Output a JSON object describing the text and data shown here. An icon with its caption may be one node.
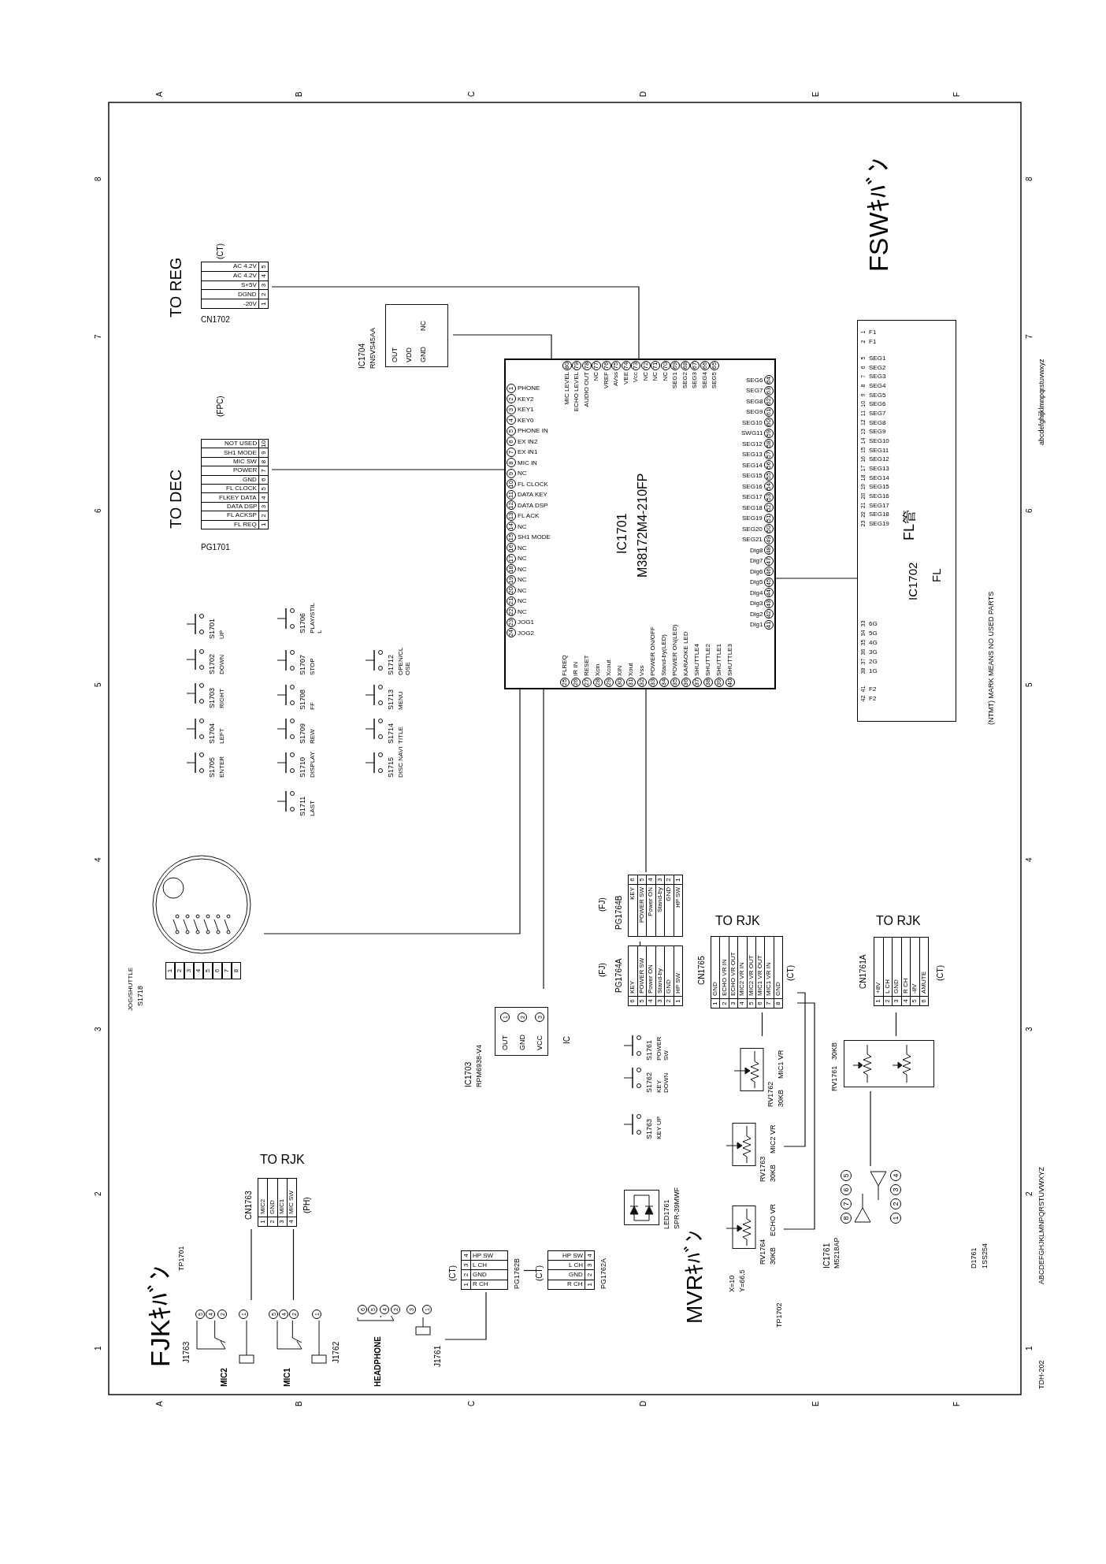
{
  "diagram": {
    "nodes": [
      {
        "text": [
          "TO REG",
          "(CT)",
          "5",
          "AC 4.2V",
          "4",
          "AC 4.2V",
          "3",
          "S+5V",
          "2",
          "DGND",
          "1",
          "-20V",
          "CN1702"
        ]
      },
      {
        "text": [
          "TO DEC",
          "(FPC)",
          "10",
          "NOT USED",
          "9",
          "SH1 MODE",
          "8",
          "MIC SW",
          "7",
          "POWER",
          "6",
          "GND",
          "5",
          "FL CLOCK",
          "4",
          "FLKEY DATA",
          "3",
          "DATA DSP",
          "2",
          "FL ACKSP",
          "1",
          "FL REQ",
          "PG1701"
        ]
      },
      {
        "text": [
          "IC1701",
          "M38172M4-210FP",
          "1",
          "PHONE",
          "2",
          "KEY2",
          "3",
          "KEY1",
          "4",
          "KEY0",
          "5",
          "PHONE IN",
          "6",
          "EX IN2",
          "7",
          "EX IN1",
          "8",
          "MIC IN",
          "9",
          "NC",
          "10",
          "FL CLOCK",
          "11",
          "DATA KEY",
          "12",
          "DATA DSP",
          "13",
          "FL ACK",
          "14",
          "NC",
          "15",
          "SH1 MODE",
          "16",
          "NC",
          "17",
          "NC",
          "18",
          "NC",
          "19",
          "NC",
          "20",
          "NC",
          "21",
          "NC",
          "22",
          "NC",
          "23",
          "JOG1",
          "24",
          "JOG2",
          "25",
          "FLREQ",
          "26",
          "IR IN",
          "27",
          "RESET",
          "28",
          "Xcin",
          "29",
          "Xcout",
          "30",
          "XIN",
          "31",
          "Xout",
          "32",
          "Vss",
          "33",
          "POWER ON/OFF",
          "34",
          "Stand-by(LED)",
          "35",
          "POWER ON(LED)",
          "36",
          "KARAOKE LED",
          "37",
          "SHUTTLE4",
          "38",
          "SHUTTLE2",
          "39",
          "SHUTTLE1",
          "40",
          "SHUTTLE3",
          "41",
          "Dig1",
          "42",
          "Dig2",
          "43",
          "Dig3",
          "44",
          "Dig4",
          "45",
          "Dig5",
          "46",
          "Dig6",
          "47",
          "Dig7",
          "48",
          "Dig8",
          "49",
          "SEG21",
          "50",
          "SEG20",
          "51",
          "SEG19",
          "52",
          "SEG18",
          "53",
          "SEG17",
          "54",
          "SEG16",
          "55",
          "SEG15",
          "56",
          "SEG14",
          "57",
          "SEG13",
          "58",
          "SEG12",
          "59",
          "SWG11",
          "60",
          "SEG10",
          "61",
          "SEG9",
          "62",
          "SEG8",
          "63",
          "SEG7",
          "64",
          "SEG6",
          "65",
          "SEG5",
          "66",
          "SEG4",
          "67",
          "SEG3",
          "68",
          "SEG2",
          "69",
          "SEG1",
          "70",
          "NC",
          "71",
          "NC",
          "72",
          "NC",
          "73",
          "Vcc",
          "74",
          "VEE",
          "75",
          "AVss",
          "76",
          "VREF",
          "77",
          "NC",
          "78",
          "AUDIO OUT",
          "79",
          "ECHO LEVEL",
          "80",
          "MIC LEVEL"
        ]
      },
      {
        "text": [
          "IC1702",
          "FL管",
          "FL",
          "1",
          "F1",
          "2",
          "F1",
          "5",
          "SEG1",
          "6",
          "SEG2",
          "7",
          "SEG3",
          "8",
          "SEG4",
          "9",
          "SEG5",
          "10",
          "SEG6",
          "11",
          "SEG7",
          "12",
          "SEG8",
          "13",
          "SEG9",
          "14",
          "SEG10",
          "15",
          "SEG11",
          "16",
          "SEG12",
          "17",
          "SEG13",
          "18",
          "SEG14",
          "19",
          "SEG15",
          "20",
          "SEG16",
          "21",
          "SEG17",
          "22",
          "SEG18",
          "23",
          "SEG19",
          "33",
          "6G",
          "34",
          "5G",
          "35",
          "4G",
          "36",
          "3G",
          "37",
          "2G",
          "38",
          "1G",
          "41",
          "F2",
          "42",
          "F2"
        ]
      },
      {
        "text": [
          "IC1703",
          "RPM6938-V4",
          "OUT",
          "1",
          "GND",
          "2",
          "VCC",
          "3",
          "IC"
        ]
      },
      {
        "text": [
          "IC1704",
          "RN5VS45AA",
          "OUT",
          "VDD",
          "GND",
          "NC"
        ]
      },
      {
        "text": [
          "JOG/SHUTTLE",
          "S1718",
          "1",
          "2",
          "3",
          "4",
          "5",
          "6",
          "7",
          "8"
        ]
      },
      {
        "text": [
          "(FJ)",
          "PG1764B",
          "6",
          "KEY",
          "5",
          "POWER SW",
          "4",
          "Power ON",
          "3",
          "Stand-by",
          "2",
          "GND",
          "1",
          "HP SW"
        ]
      },
      {
        "text": [
          "(FJ)",
          "PG1764A",
          "6",
          "KEY",
          "5",
          "POWER SW",
          "4",
          "Power ON",
          "3",
          "Stand-by",
          "2",
          "GND",
          "1",
          "HP SW"
        ]
      },
      {
        "text": [
          "TO RJK",
          "CN1765",
          "1",
          "GND",
          "2",
          "ECHO VR IN",
          "3",
          "ECHO VR OUT",
          "4",
          "MIC2 VR IN",
          "5",
          "MIC2 VR OUT",
          "6",
          "MIC1 VR OUT",
          "7",
          "MIC1 VR IN",
          "8",
          "GND",
          "(CT)"
        ]
      },
      {
        "text": [
          "TO RJK",
          "CN1761A",
          "1",
          "+8V",
          "2",
          "L CH",
          "3",
          "GND",
          "4",
          "R CH",
          "5",
          "-8V",
          "6",
          "AMUTE",
          "(CT)"
        ]
      },
      {
        "text": [
          "IC1761",
          "M5218AP",
          "1",
          "2",
          "3",
          "4",
          "5",
          "6",
          "7",
          "8"
        ]
      },
      {
        "text": [
          "TO RJK",
          "CN1763",
          "1",
          "MIC2",
          "2",
          "GND",
          "3",
          "MIC1",
          "4",
          "MIC SW",
          "(PH)"
        ]
      },
      {
        "text": [
          "(CT)",
          "4",
          "HP SW",
          "3",
          "L CH",
          "2",
          "GND",
          "1",
          "R CH",
          "PG1762A"
        ]
      },
      {
        "text": [
          "(CT)",
          "4",
          "HP SW",
          "3",
          "L CH",
          "2",
          "GND",
          "1",
          "R CH",
          "PG1762B"
        ]
      },
      {
        "text": [
          "J1763",
          "MIC2",
          "5",
          "4",
          "2",
          "1"
        ]
      },
      {
        "text": [
          "J1762",
          "MIC1",
          "5",
          "4",
          "2",
          "1"
        ]
      },
      {
        "text": [
          "J1761",
          "HEADPHONE",
          "6",
          "5",
          "4",
          "2",
          "3",
          "1"
        ]
      },
      {
        "text": [
          "RV1761",
          "30KB"
        ]
      },
      {
        "text": [
          "RV1762",
          "30KB",
          "MIC1 VR"
        ]
      },
      {
        "text": [
          "RV1763",
          "30KB",
          "MIC2 VR"
        ]
      },
      {
        "text": [
          "RV1764",
          "30KB",
          "ECHO VR"
        ]
      },
      {
        "text": [
          "LED1761",
          "SPR-39MWF"
        ]
      },
      {
        "text": [
          "S1701",
          "UP"
        ]
      },
      {
        "text": [
          "S1702",
          "DOWN"
        ]
      },
      {
        "text": [
          "S1703",
          "RIGHT"
        ]
      },
      {
        "text": [
          "S1704",
          "LEFT"
        ]
      },
      {
        "text": [
          "S1705",
          "ENTER"
        ]
      },
      {
        "text": [
          "S1706",
          "PLAY/STILL"
        ]
      },
      {
        "text": [
          "S1707",
          "STOP"
        ]
      },
      {
        "text": [
          "S1708",
          "FF"
        ]
      },
      {
        "text": [
          "S1709",
          "REW"
        ]
      },
      {
        "text": [
          "S1710",
          "DISPLAY"
        ]
      },
      {
        "text": [
          "S1711",
          "LAST"
        ]
      },
      {
        "text": [
          "S1712",
          "OPEN/CLOSE"
        ]
      },
      {
        "text": [
          "S1713",
          "MENU"
        ]
      },
      {
        "text": [
          "S1714",
          "TITLE"
        ]
      },
      {
        "text": [
          "S1715",
          "DISC NAVI"
        ]
      },
      {
        "text": [
          "S1761",
          "POWER SW"
        ]
      },
      {
        "text": [
          "S1762",
          "KEY DOWN"
        ]
      },
      {
        "text": [
          "S1763",
          "KEY UP"
        ]
      }
    ],
    "edges": [
      {
        "from": 0,
        "to": 2,
        "arrow": "none"
      },
      {
        "from": 1,
        "to": 2,
        "arrow": "none"
      },
      {
        "from": 2,
        "to": 3,
        "arrow": "none"
      },
      {
        "from": 4,
        "to": 2,
        "arrow": "none"
      },
      {
        "from": 5,
        "to": 2,
        "arrow": "none"
      },
      {
        "from": 6,
        "to": 2,
        "arrow": "none"
      },
      {
        "from": 8,
        "to": 7,
        "arrow": "none"
      },
      {
        "from": 7,
        "to": 2,
        "arrow": "none"
      },
      {
        "from": 9,
        "to": 19,
        "arrow": "none"
      },
      {
        "from": 9,
        "to": 20,
        "arrow": "none"
      },
      {
        "from": 9,
        "to": 21,
        "arrow": "none"
      },
      {
        "from": 10,
        "to": 18,
        "arrow": "none"
      },
      {
        "from": 18,
        "to": 11,
        "arrow": "none"
      },
      {
        "from": 13,
        "to": 14,
        "arrow": "none"
      },
      {
        "from": 14,
        "to": 17,
        "arrow": "none"
      },
      {
        "from": 12,
        "to": 15,
        "arrow": "none"
      },
      {
        "from": 12,
        "to": 16,
        "arrow": "none"
      }
    ],
    "labels": [
      "FSWｷﾊﾞﾝ",
      "FJKｷﾊﾞﾝ",
      "MVRｷﾊﾞﾝ",
      "(NTMT) MARK MEANS NO USED PARTS",
      "A",
      "B",
      "C",
      "D",
      "E",
      "F",
      "A",
      "B",
      "C",
      "D",
      "E",
      "F",
      "8",
      "7",
      "6",
      "5",
      "4",
      "3",
      "2",
      "1",
      "8",
      "7",
      "6",
      "5",
      "4",
      "3",
      "2",
      "1",
      "abcdefghijklmnpqrstuvwxyz",
      "ABCDEFGHJKLMNPQRSTUVWXYZ",
      "TDH-202",
      "TP1701",
      "TP1702",
      "X=10",
      "Y=66.5",
      "D1761",
      "1SS254"
    ]
  }
}
